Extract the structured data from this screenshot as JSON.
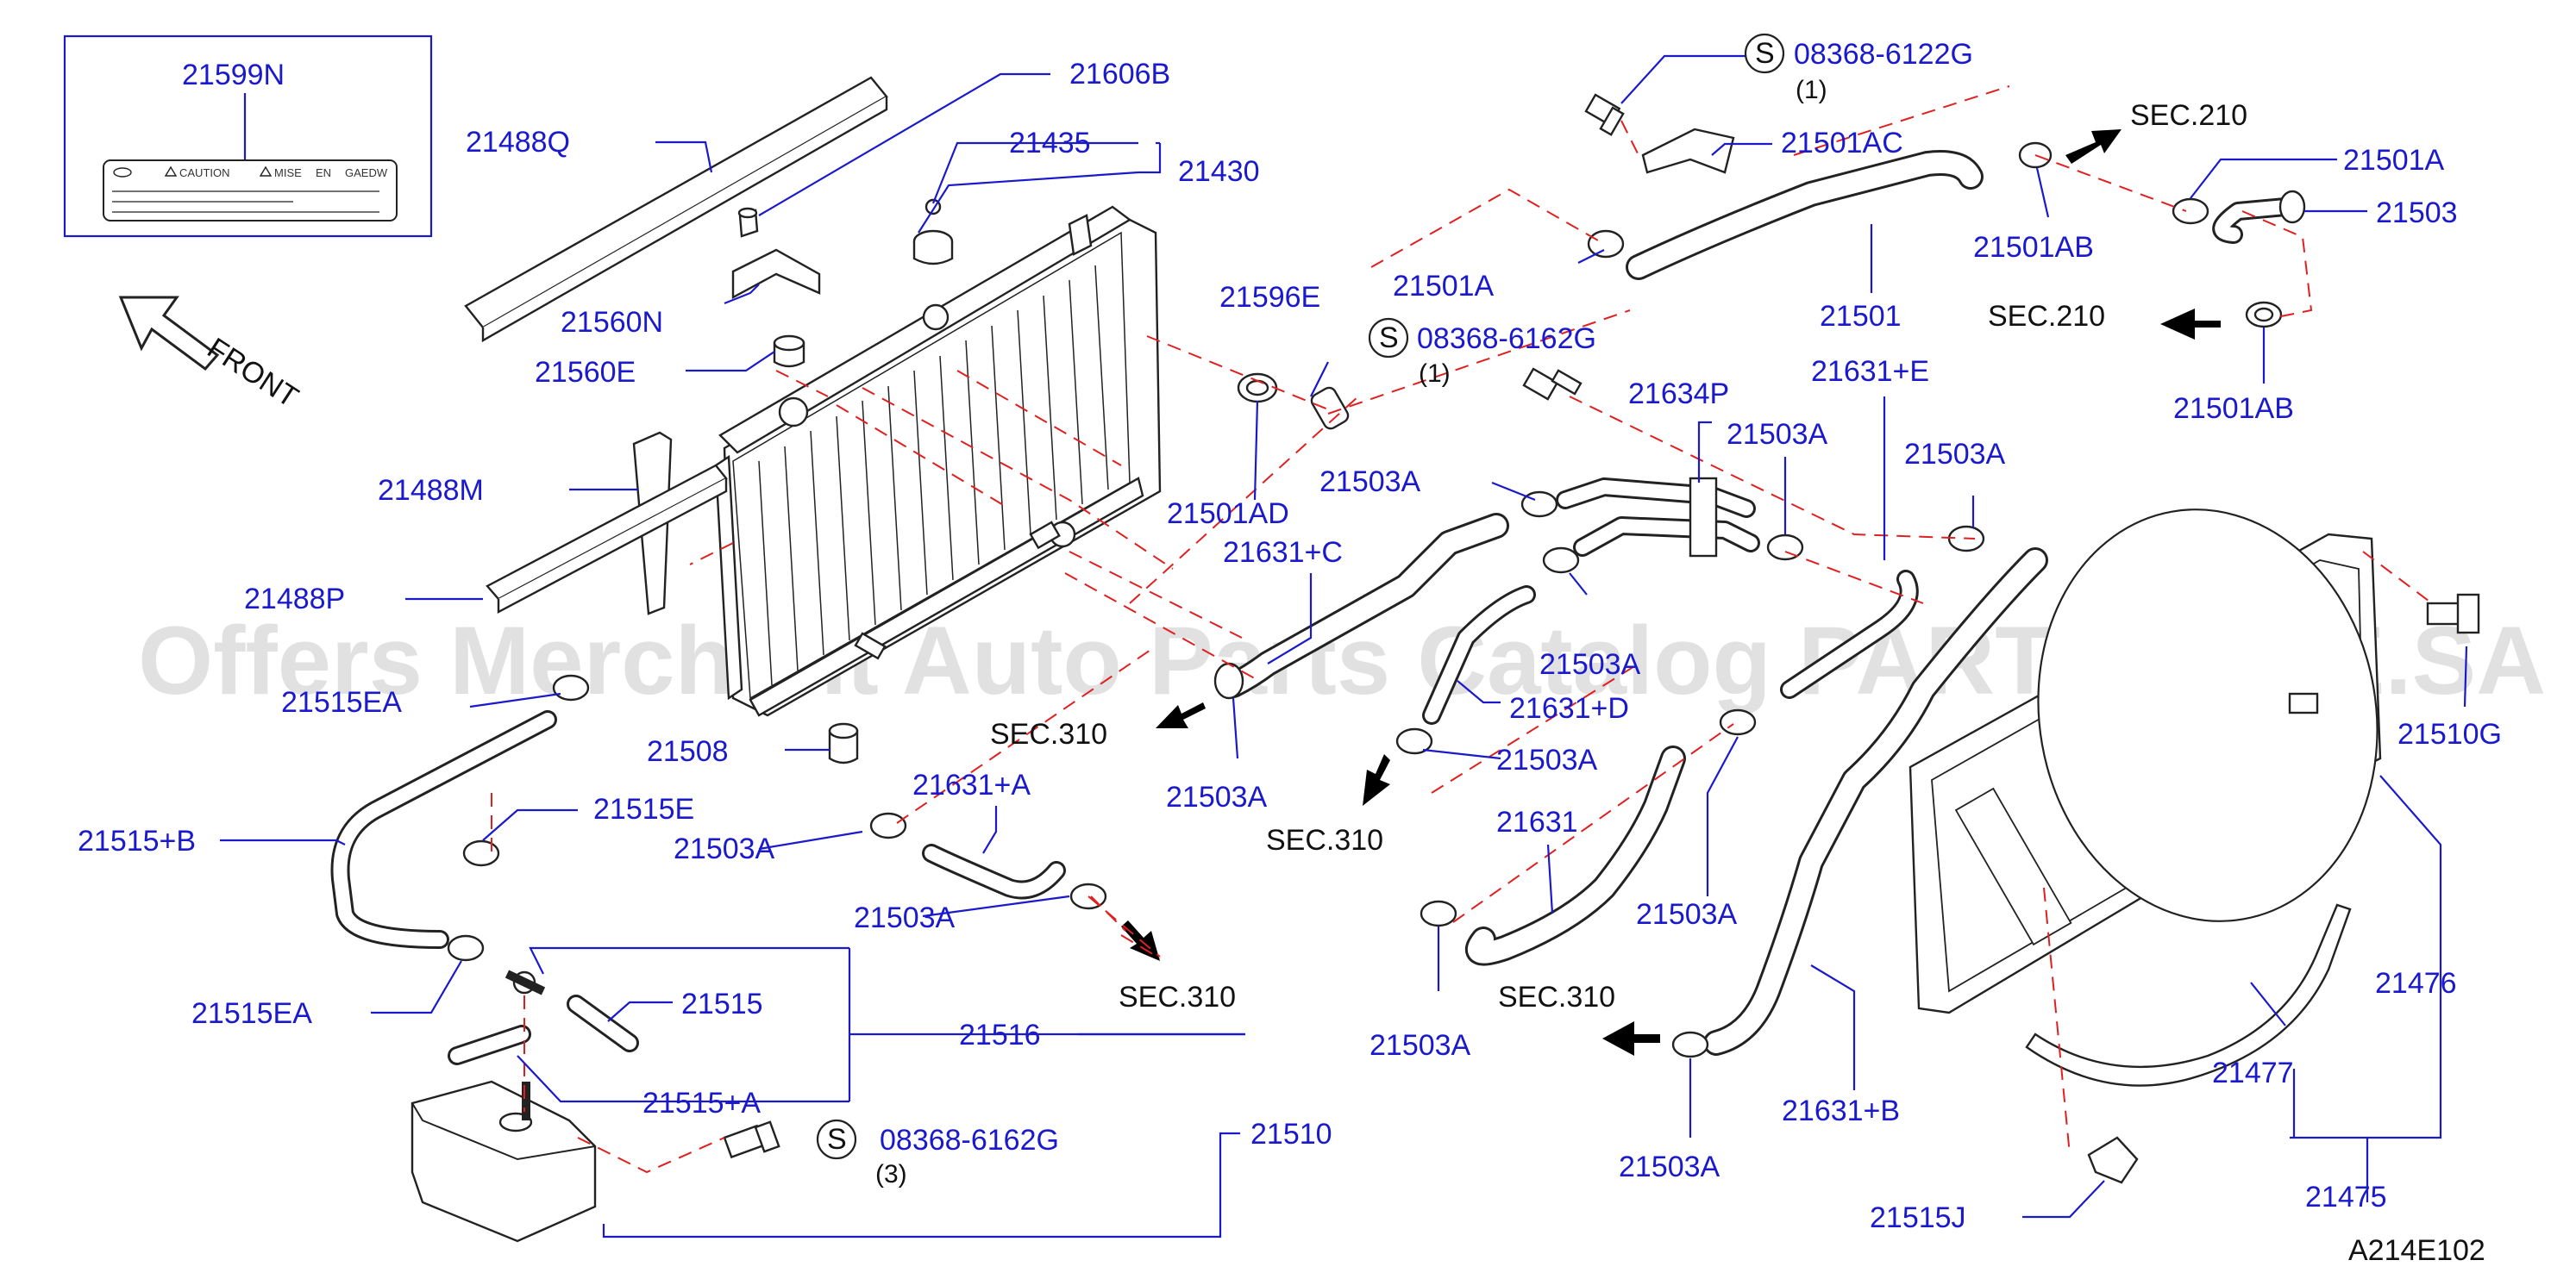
{
  "diagram_code": "A214E102",
  "watermark": "Offers Merchant Auto Parts Catalog PARTSTORE.SA",
  "label_box": {
    "part_number": "21599N",
    "caution": "CAUTION",
    "mise": "MISE",
    "en": "EN",
    "gaedw": "GAEDW"
  },
  "front_label": "FRONT",
  "screws": [
    {
      "part": "08368-6122G",
      "symbol": "S",
      "qty": "(1)"
    },
    {
      "part": "08368-6162G",
      "symbol": "S",
      "qty": "(1)"
    },
    {
      "part": "08368-6162G",
      "symbol": "S",
      "qty": "(3)"
    }
  ],
  "sections": {
    "sec210_top": "SEC.210",
    "sec210_mid": "SEC.210",
    "sec310_a": "SEC.310",
    "sec310_b": "SEC.310",
    "sec310_c": "SEC.310",
    "sec310_d": "SEC.310"
  },
  "parts": {
    "p21606B": "21606B",
    "p21488Q": "21488Q",
    "p21435": "21435",
    "p21430": "21430",
    "p21560N": "21560N",
    "p21560E": "21560E",
    "p21596E": "21596E",
    "p21488M": "21488M",
    "p21501AD": "21501AD",
    "p21488P": "21488P",
    "p21515EA_top": "21515EA",
    "p21508": "21508",
    "p21515B": "21515+B",
    "p21515E": "21515E",
    "p21503A_l1": "21503A",
    "p21631A": "21631+A",
    "p21503A_l2": "21503A",
    "p21515EA_bot": "21515EA",
    "p21515": "21515",
    "p21516": "21516",
    "p21515A": "21515+A",
    "p21510": "21510",
    "p21501AC": "21501AC",
    "p21501A_top": "21501A",
    "p21501A_mid": "21501A",
    "p21503": "21503",
    "p21501AB_top": "21501AB",
    "p21501": "21501",
    "p21501AB_mid": "21501AB",
    "p21634P": "21634P",
    "p21631E": "21631+E",
    "p21503A_c1": "21503A",
    "p21503A_c2": "21503A",
    "p21503A_c3": "21503A",
    "p21631C": "21631+C",
    "p21503A_c4": "21503A",
    "p21631D": "21631+D",
    "p21503A_c5": "21503A",
    "p21503A_c6": "21503A",
    "p21631": "21631",
    "p21503A_c7": "21503A",
    "p21503A_c8": "21503A",
    "p21631B": "21631+B",
    "p21503A_c9": "21503A",
    "p21510G": "21510G",
    "p21476": "21476",
    "p21477": "21477",
    "p21475": "21475",
    "p21515J": "21515J"
  }
}
